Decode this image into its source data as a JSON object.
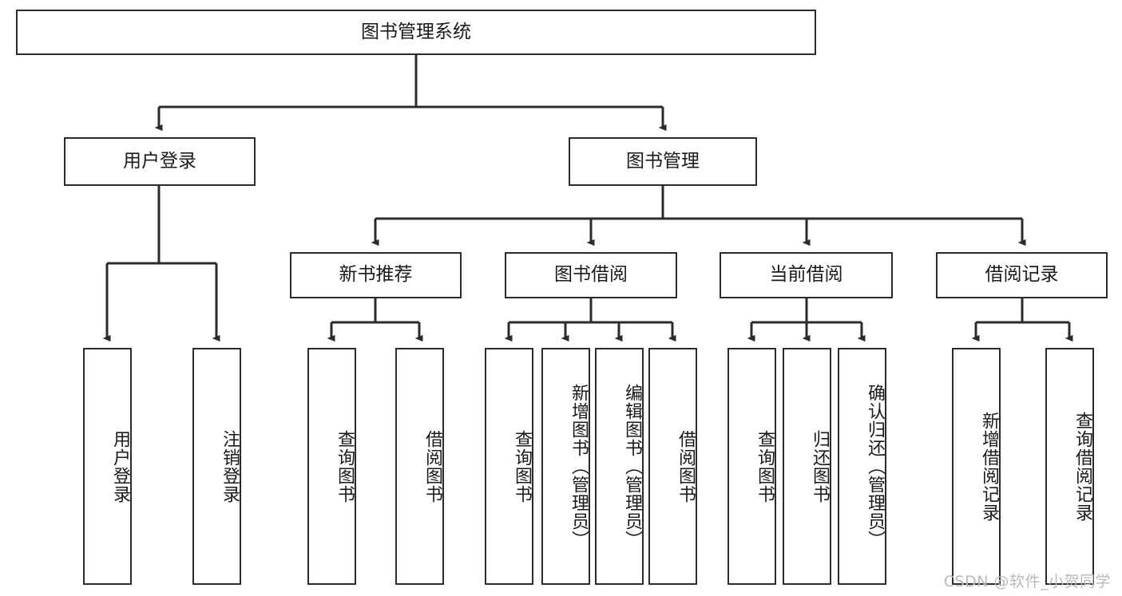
{
  "diagram": {
    "title": "图书管理系统",
    "type": "hierarchy-tree",
    "watermark": "CSDN @软件_小贺同学",
    "colors": {
      "stroke": "#2b2b2b",
      "fill": "#ffffff",
      "text": "#1a1a1a",
      "watermark": "#b9b9b9"
    },
    "root": {
      "id": "root",
      "label": "图书管理系统"
    },
    "level2": [
      {
        "id": "user-login",
        "label": "用户登录"
      },
      {
        "id": "book-manage",
        "label": "图书管理"
      }
    ],
    "level3": [
      {
        "id": "new-book-rec",
        "label": "新书推荐"
      },
      {
        "id": "book-borrow",
        "label": "图书借阅"
      },
      {
        "id": "current-borrow",
        "label": "当前借阅"
      },
      {
        "id": "borrow-record",
        "label": "借阅记录"
      }
    ],
    "leaves": [
      {
        "id": "leaf-user-login",
        "parent": "user-login",
        "label": "用户登录"
      },
      {
        "id": "leaf-logout",
        "parent": "user-login",
        "label": "注销登录"
      },
      {
        "id": "leaf-query-book-1",
        "parent": "new-book-rec",
        "label": "查询图书"
      },
      {
        "id": "leaf-borrow-book-1",
        "parent": "new-book-rec",
        "label": "借阅图书"
      },
      {
        "id": "leaf-query-book-2",
        "parent": "book-borrow",
        "label": "查询图书"
      },
      {
        "id": "leaf-add-book",
        "parent": "book-borrow",
        "label": "新增图书（管理员）"
      },
      {
        "id": "leaf-edit-book",
        "parent": "book-borrow",
        "label": "编辑图书（管理员）"
      },
      {
        "id": "leaf-borrow-book-2",
        "parent": "book-borrow",
        "label": "借阅图书"
      },
      {
        "id": "leaf-query-book-3",
        "parent": "current-borrow",
        "label": "查询图书"
      },
      {
        "id": "leaf-return-book",
        "parent": "current-borrow",
        "label": "归还图书"
      },
      {
        "id": "leaf-confirm-return",
        "parent": "current-borrow",
        "label": "确认归还（管理员）"
      },
      {
        "id": "leaf-add-record",
        "parent": "borrow-record",
        "label": "新增借阅记录"
      },
      {
        "id": "leaf-query-record",
        "parent": "borrow-record",
        "label": "查询借阅记录"
      }
    ]
  }
}
